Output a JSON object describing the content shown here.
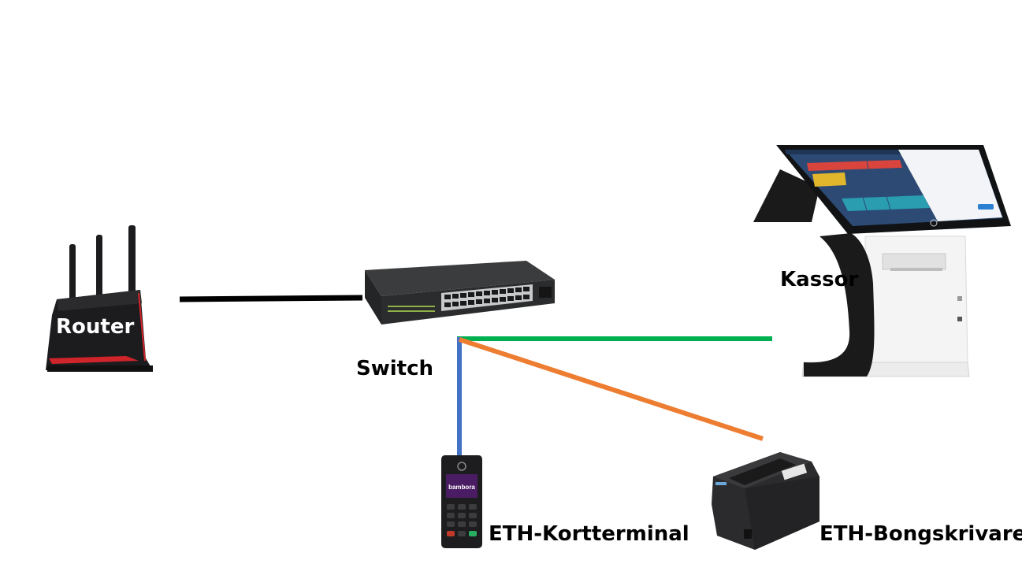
{
  "labels": {
    "router": "Router",
    "switch": "Switch",
    "kassor": "Kassor",
    "terminal": "ETH-Kortterminal",
    "printer": "ETH-Bongskrivare"
  },
  "device_text": {
    "terminal_brand": "bambora"
  },
  "connections": [
    {
      "from": "Router",
      "to": "Switch",
      "color": "#000000"
    },
    {
      "from": "Switch",
      "to": "Kassor",
      "color": "#00b050"
    },
    {
      "from": "Switch",
      "to": "ETH-Kortterminal",
      "color": "#4472c4"
    },
    {
      "from": "Switch",
      "to": "ETH-Bongskrivare",
      "color": "#ed7d31"
    }
  ],
  "colors": {
    "router_body": "#1c1c1e",
    "router_accent": "#d0242b",
    "switch_body": "#2d2f31",
    "screen_blue": "#2c4a74",
    "tile_red": "#d9443c",
    "tile_teal": "#2a9db1",
    "tile_yellow": "#e2b62c",
    "terminal_screen": "#4a1c63"
  }
}
